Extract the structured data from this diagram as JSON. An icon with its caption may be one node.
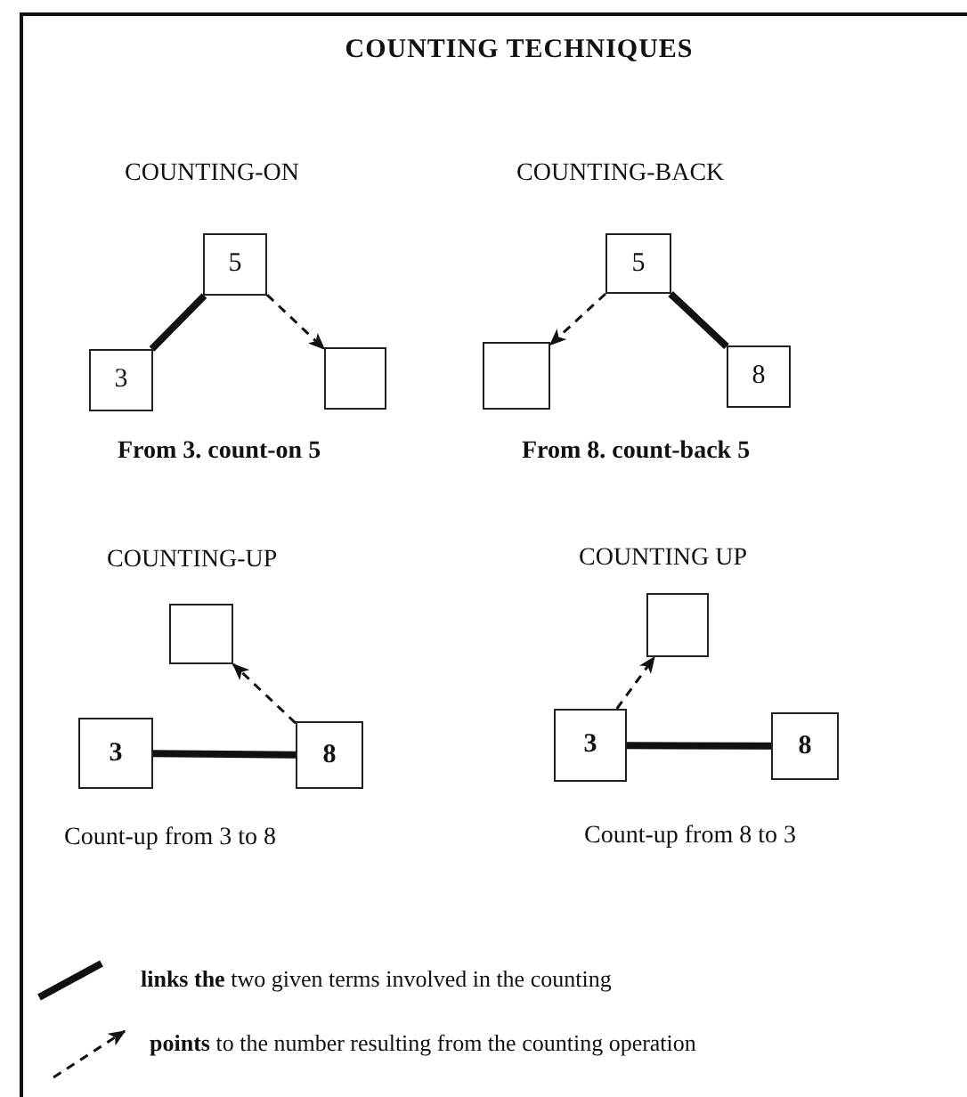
{
  "diagram": {
    "title": "COUNTING TECHNIQUES",
    "nodes": [
      {
        "text": [
          "5"
        ]
      },
      {
        "text": [
          "3"
        ]
      },
      {
        "text": [],
        "shape": "box"
      },
      {
        "text": [
          "5"
        ]
      },
      {
        "text": [],
        "shape": "box"
      },
      {
        "text": [
          "8"
        ]
      },
      {
        "text": [],
        "shape": "box"
      },
      {
        "text": [
          "3"
        ]
      },
      {
        "text": [
          "8"
        ]
      },
      {
        "text": [],
        "shape": "box"
      },
      {
        "text": [
          "3"
        ]
      },
      {
        "text": [
          "8"
        ]
      }
    ],
    "edges": [
      {
        "from": 1,
        "to": 0,
        "arrow": "none",
        "style": "thick"
      },
      {
        "from": 0,
        "to": 2,
        "arrow": "to",
        "style": "dashed"
      },
      {
        "from": 3,
        "to": 5,
        "arrow": "none",
        "style": "thick"
      },
      {
        "from": 3,
        "to": 4,
        "arrow": "to",
        "style": "dashed"
      },
      {
        "from": 7,
        "to": 8,
        "arrow": "none",
        "style": "thick"
      },
      {
        "from": 8,
        "to": 6,
        "arrow": "to",
        "style": "dashed"
      },
      {
        "from": 10,
        "to": 11,
        "arrow": "none",
        "style": "thick"
      },
      {
        "from": 10,
        "to": 9,
        "arrow": "to",
        "style": "dashed"
      }
    ],
    "labels": [
      "COUNTING-ON",
      "COUNTING-BACK",
      "From 3. count-on 5",
      "From 8. count-back 5",
      "COUNTING-UP",
      "COUNTING UP",
      "Count-up from 3 to 8",
      "Count-up from 8 to 3"
    ],
    "legend": [
      {
        "text": "**links the** two given terms involved in the counting"
      },
      {
        "text": "**points** to the number resulting from the counting operation"
      }
    ]
  }
}
